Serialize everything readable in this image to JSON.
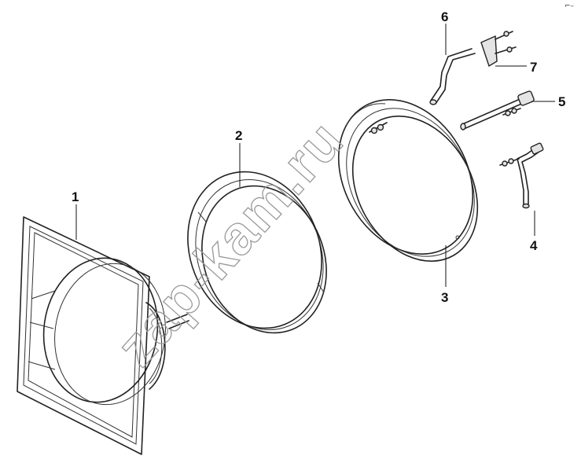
{
  "callouts": [
    {
      "id": "c1",
      "label": "1"
    },
    {
      "id": "c2",
      "label": "2"
    },
    {
      "id": "c3",
      "label": "3"
    },
    {
      "id": "c4",
      "label": "4"
    },
    {
      "id": "c5",
      "label": "5"
    },
    {
      "id": "c6",
      "label": "6"
    },
    {
      "id": "c7",
      "label": "7"
    }
  ],
  "watermark": "zap-kam.ru",
  "corner_mark": "⌐–",
  "colors": {
    "line": "#222222",
    "watermark": "#9a9a9a",
    "background": "#ffffff"
  }
}
